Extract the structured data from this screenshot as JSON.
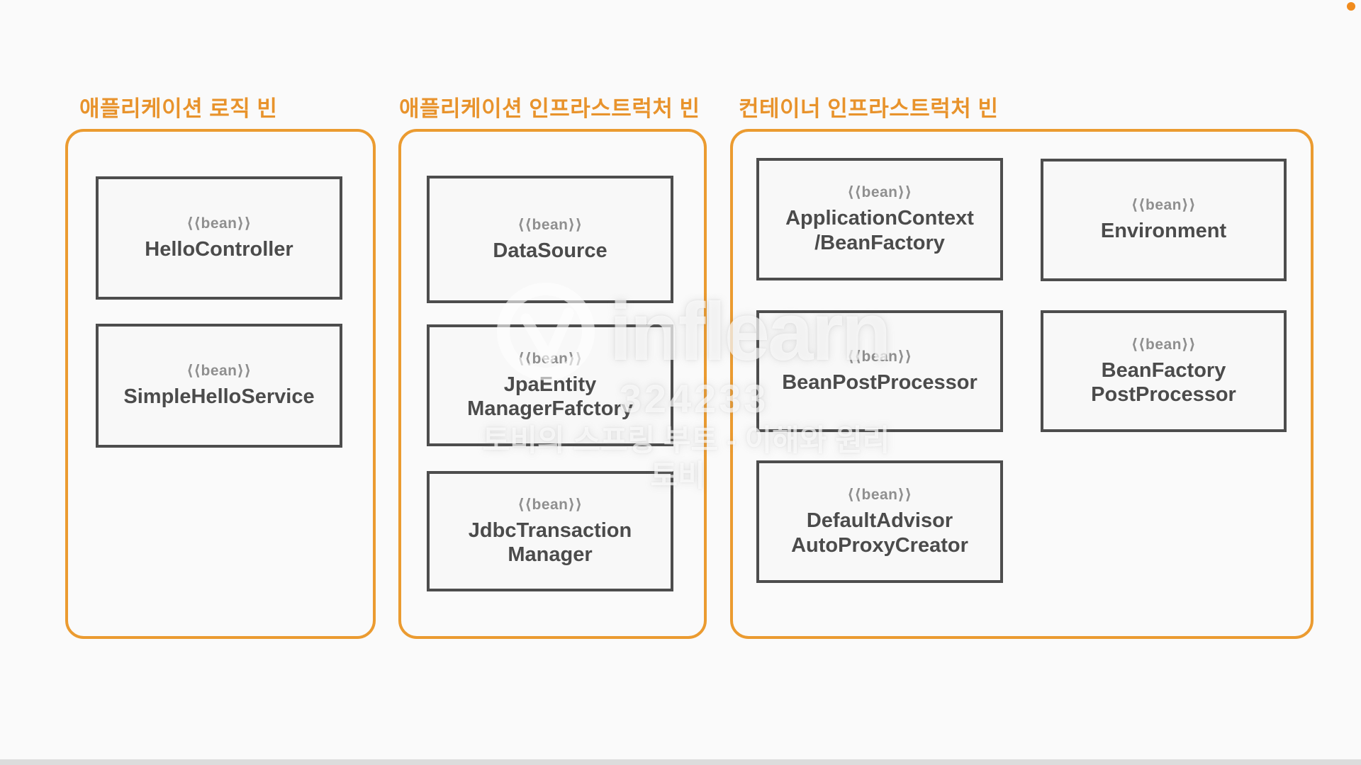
{
  "page": {
    "background": "#FAFAFA",
    "accent_orange": "#E8932C",
    "panel_border_color": "#EB9B30",
    "box_border_color": "#4D4D4D",
    "bean_name_color": "#4B4B4B",
    "stereotype_color": "#8F8F8F"
  },
  "panels": [
    {
      "title": "애플리케이션 로직 빈",
      "beans": [
        {
          "stereotype": "⟨⟨bean⟩⟩",
          "name": "HelloController"
        },
        {
          "stereotype": "⟨⟨bean⟩⟩",
          "name": "SimpleHelloService"
        }
      ]
    },
    {
      "title": "애플리케이션 인프라스트럭처 빈",
      "beans": [
        {
          "stereotype": "⟨⟨bean⟩⟩",
          "name": "DataSource"
        },
        {
          "stereotype": "⟨⟨bean⟩⟩",
          "name": "JpaEntity\nManagerFafctory"
        },
        {
          "stereotype": "⟨⟨bean⟩⟩",
          "name": "JdbcTransaction\nManager"
        }
      ]
    },
    {
      "title": "컨테이너 인프라스트럭처 빈",
      "beans": [
        {
          "stereotype": "⟨⟨bean⟩⟩",
          "name": "ApplicationContext\n/BeanFactory"
        },
        {
          "stereotype": "⟨⟨bean⟩⟩",
          "name": "Environment"
        },
        {
          "stereotype": "⟨⟨bean⟩⟩",
          "name": "BeanPostProcessor"
        },
        {
          "stereotype": "⟨⟨bean⟩⟩",
          "name": "BeanFactory\nPostProcessor"
        },
        {
          "stereotype": "⟨⟨bean⟩⟩",
          "name": "DefaultAdvisor\nAutoProxyCreator"
        }
      ]
    }
  ],
  "watermark": {
    "logo_text": "inflearn",
    "code": "324233",
    "course": "토비의 스프링 부트 - 이해와 원리",
    "author": "토비"
  }
}
